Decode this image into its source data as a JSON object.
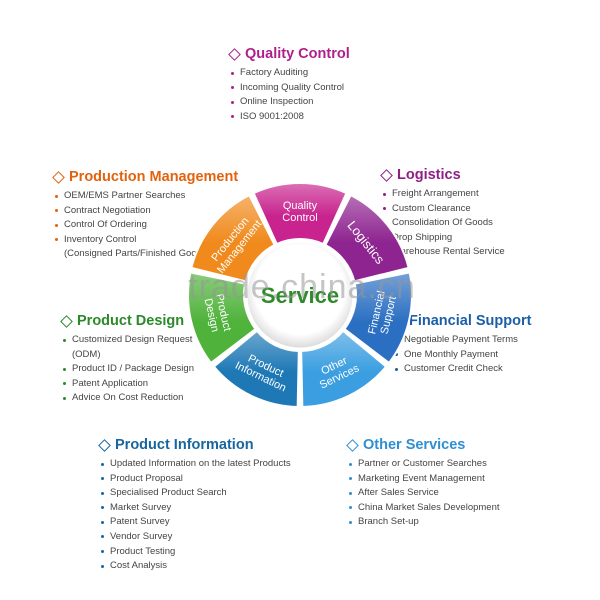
{
  "center_label": "Service",
  "watermark": "trade.china.cn",
  "colors": {
    "quality_control": "#c8238e",
    "logistics": "#8e2490",
    "production_management": "#f08a1c",
    "product_design": "#4fb23a",
    "financial_support": "#2b6fc2",
    "product_information": "#1d78b5",
    "other_services": "#3a9ee0"
  },
  "wheel_segments": [
    {
      "lines": [
        "Quality",
        "Control"
      ]
    },
    {
      "lines": [
        "Logistics"
      ]
    },
    {
      "lines": [
        "Financial",
        "Support"
      ]
    },
    {
      "lines": [
        "Other",
        "Services"
      ]
    },
    {
      "lines": [
        "Product",
        "Information"
      ]
    },
    {
      "lines": [
        "Product",
        "Design"
      ]
    },
    {
      "lines": [
        "Production",
        "Management"
      ]
    }
  ],
  "sections": {
    "quality_control": {
      "title": "Quality Control",
      "items": [
        "Factory Auditing",
        "Incoming Quality Control",
        "Online Inspection",
        "ISO  9001:2008"
      ]
    },
    "logistics": {
      "title": "Logistics",
      "items": [
        "Freight Arrangement",
        "Custom Clearance",
        "Consolidation Of Goods",
        "Drop Shipping",
        "Warehouse Rental Service"
      ]
    },
    "production_management": {
      "title": "Production Management",
      "items": [
        "OEM/EMS Partner Searches",
        "Contract Negotiation",
        "Control Of Ordering",
        "Inventory Control",
        "(Consigned Parts/Finished Goods)"
      ]
    },
    "product_design": {
      "title": "Product Design",
      "items": [
        "Customized Design Request",
        "(ODM)",
        "Product ID / Package Design",
        "Patent Application",
        "Advice On Cost Reduction"
      ]
    },
    "financial_support": {
      "title": "Financial Support",
      "items": [
        "Negotiable Payment Terms",
        "One Monthly Payment",
        "Customer Credit Check"
      ]
    },
    "product_information": {
      "title": "Product Information",
      "items": [
        "Updated Information on the latest Products",
        "Product Proposal",
        "Specialised Product Search",
        "Market Survey",
        "Patent Survey",
        "Vendor Survey",
        "Product Testing",
        "Cost Analysis"
      ]
    },
    "other_services": {
      "title": "Other Services",
      "items": [
        "Partner or Customer Searches",
        "Marketing Event Management",
        "After Sales  Service",
        "China Market Sales Development",
        "Branch Set-up"
      ]
    }
  }
}
